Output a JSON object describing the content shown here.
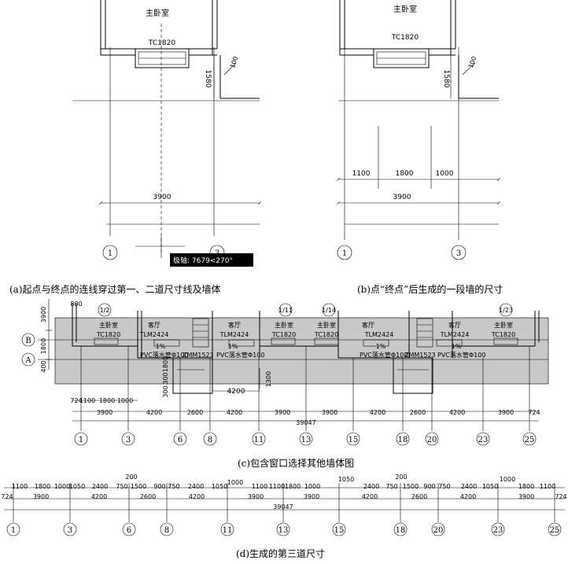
{
  "panel_a": {
    "room": "主卧室",
    "window": "TC1820",
    "dim_1580": "1580",
    "dim_100": "100",
    "dim_3900": "3900",
    "axis_1": "1",
    "axis_3": "3",
    "tooltip": "极轴: 7679<270°",
    "caption": "(a)起点与终点的连线穿过第一、二道尺寸线及墙体"
  },
  "panel_b": {
    "room": "主卧室",
    "window": "TC1820",
    "dim_1580": "1580",
    "dim_100": "100",
    "dims": [
      "1100",
      "1800",
      "1000"
    ],
    "dim_3900": "3900",
    "axis_1": "1",
    "axis_3": "3",
    "caption": "(b)点“终点”后生成的一段墙的尺寸"
  },
  "panel_c": {
    "axis_b": "B",
    "axis_a": "A",
    "left_dims": [
      "3900",
      "1800",
      "400"
    ],
    "top_dim": "800",
    "rooms": [
      "主卧室",
      "客厅",
      "客厅",
      "主卧室",
      "主卧室",
      "客厅",
      "客厅",
      "主卧室"
    ],
    "windows": [
      "TC1820",
      "TLM2424",
      "TLM2424",
      "TC1820",
      "TC1820",
      "TLM2424",
      "TLM2424",
      "TC1820"
    ],
    "circles": [
      "1/2",
      "1/11",
      "1/14",
      "1/23"
    ],
    "door": "ZMM1523",
    "pipe": "PVC落水管Φ100",
    "slope": "1%",
    "vert_dims": [
      "300",
      "300",
      "1800"
    ],
    "dim_4200": "4200",
    "dim_1300": "1300",
    "row1": [
      "724",
      "1100",
      "1800",
      "1000"
    ],
    "row2": [
      "3900",
      "4200",
      "2600",
      "4200",
      "3900",
      "3900",
      "4200",
      "2600",
      "4200",
      "3900",
      "724"
    ],
    "total": "39047",
    "axes": [
      "1",
      "3",
      "6",
      "8",
      "11",
      "13",
      "15",
      "18",
      "20",
      "23",
      "25"
    ],
    "caption": "(c)包含窗口选择其他墙体图"
  },
  "panel_d": {
    "top_200": [
      "200",
      "200"
    ],
    "top_1050": "1050",
    "top_1000": "1000",
    "row1": [
      "1100",
      "1800",
      "1000",
      "1050",
      "2400",
      "750",
      "1500",
      "900",
      "750",
      "2400",
      "1050",
      "1000",
      "1100",
      "1100",
      "1800",
      "1000",
      "2400",
      "750",
      "1500",
      "900",
      "750",
      "2400",
      "1050",
      "1800",
      "1100"
    ],
    "row2": [
      "724",
      "3900",
      "4200",
      "2600",
      "4200",
      "3900",
      "3900",
      "4200",
      "2600",
      "4200",
      "3900",
      "724"
    ],
    "total": "39047",
    "axes": [
      "1",
      "3",
      "6",
      "8",
      "11",
      "13",
      "15",
      "18",
      "20",
      "23",
      "25"
    ],
    "caption": "(d)生成的第三道尺寸"
  }
}
